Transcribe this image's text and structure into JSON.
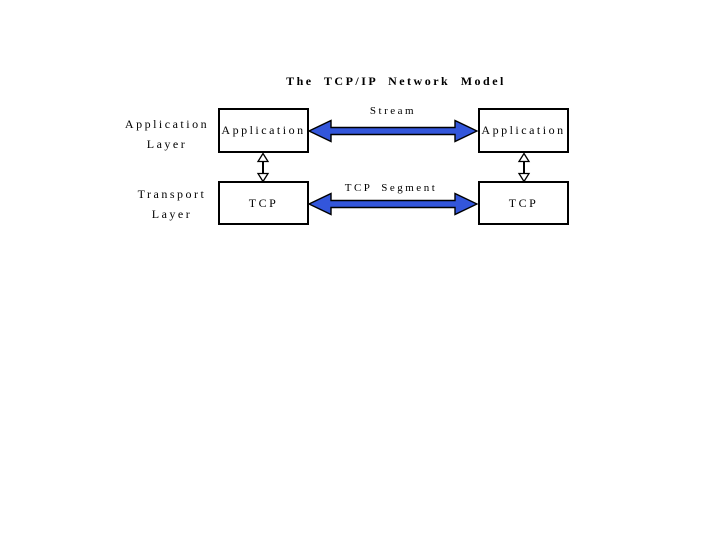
{
  "diagram": {
    "title": "The TCP/IP Network Model",
    "layer_labels": {
      "application": {
        "line1": "Application",
        "line2": "Layer"
      },
      "transport": {
        "line1": "Transport",
        "line2": "Layer"
      }
    },
    "nodes": {
      "application_left": "Application",
      "application_right": "Application",
      "tcp_left": "TCP",
      "tcp_right": "TCP"
    },
    "connections": {
      "application_exchange_label": "Stream",
      "transport_exchange_label": "TCP Segment"
    },
    "colors": {
      "arrow_fill_blue": "#3356DB",
      "arrow_outline": "#000000",
      "box_border": "#000000",
      "background": "#ffffff",
      "text": "#000000"
    }
  }
}
